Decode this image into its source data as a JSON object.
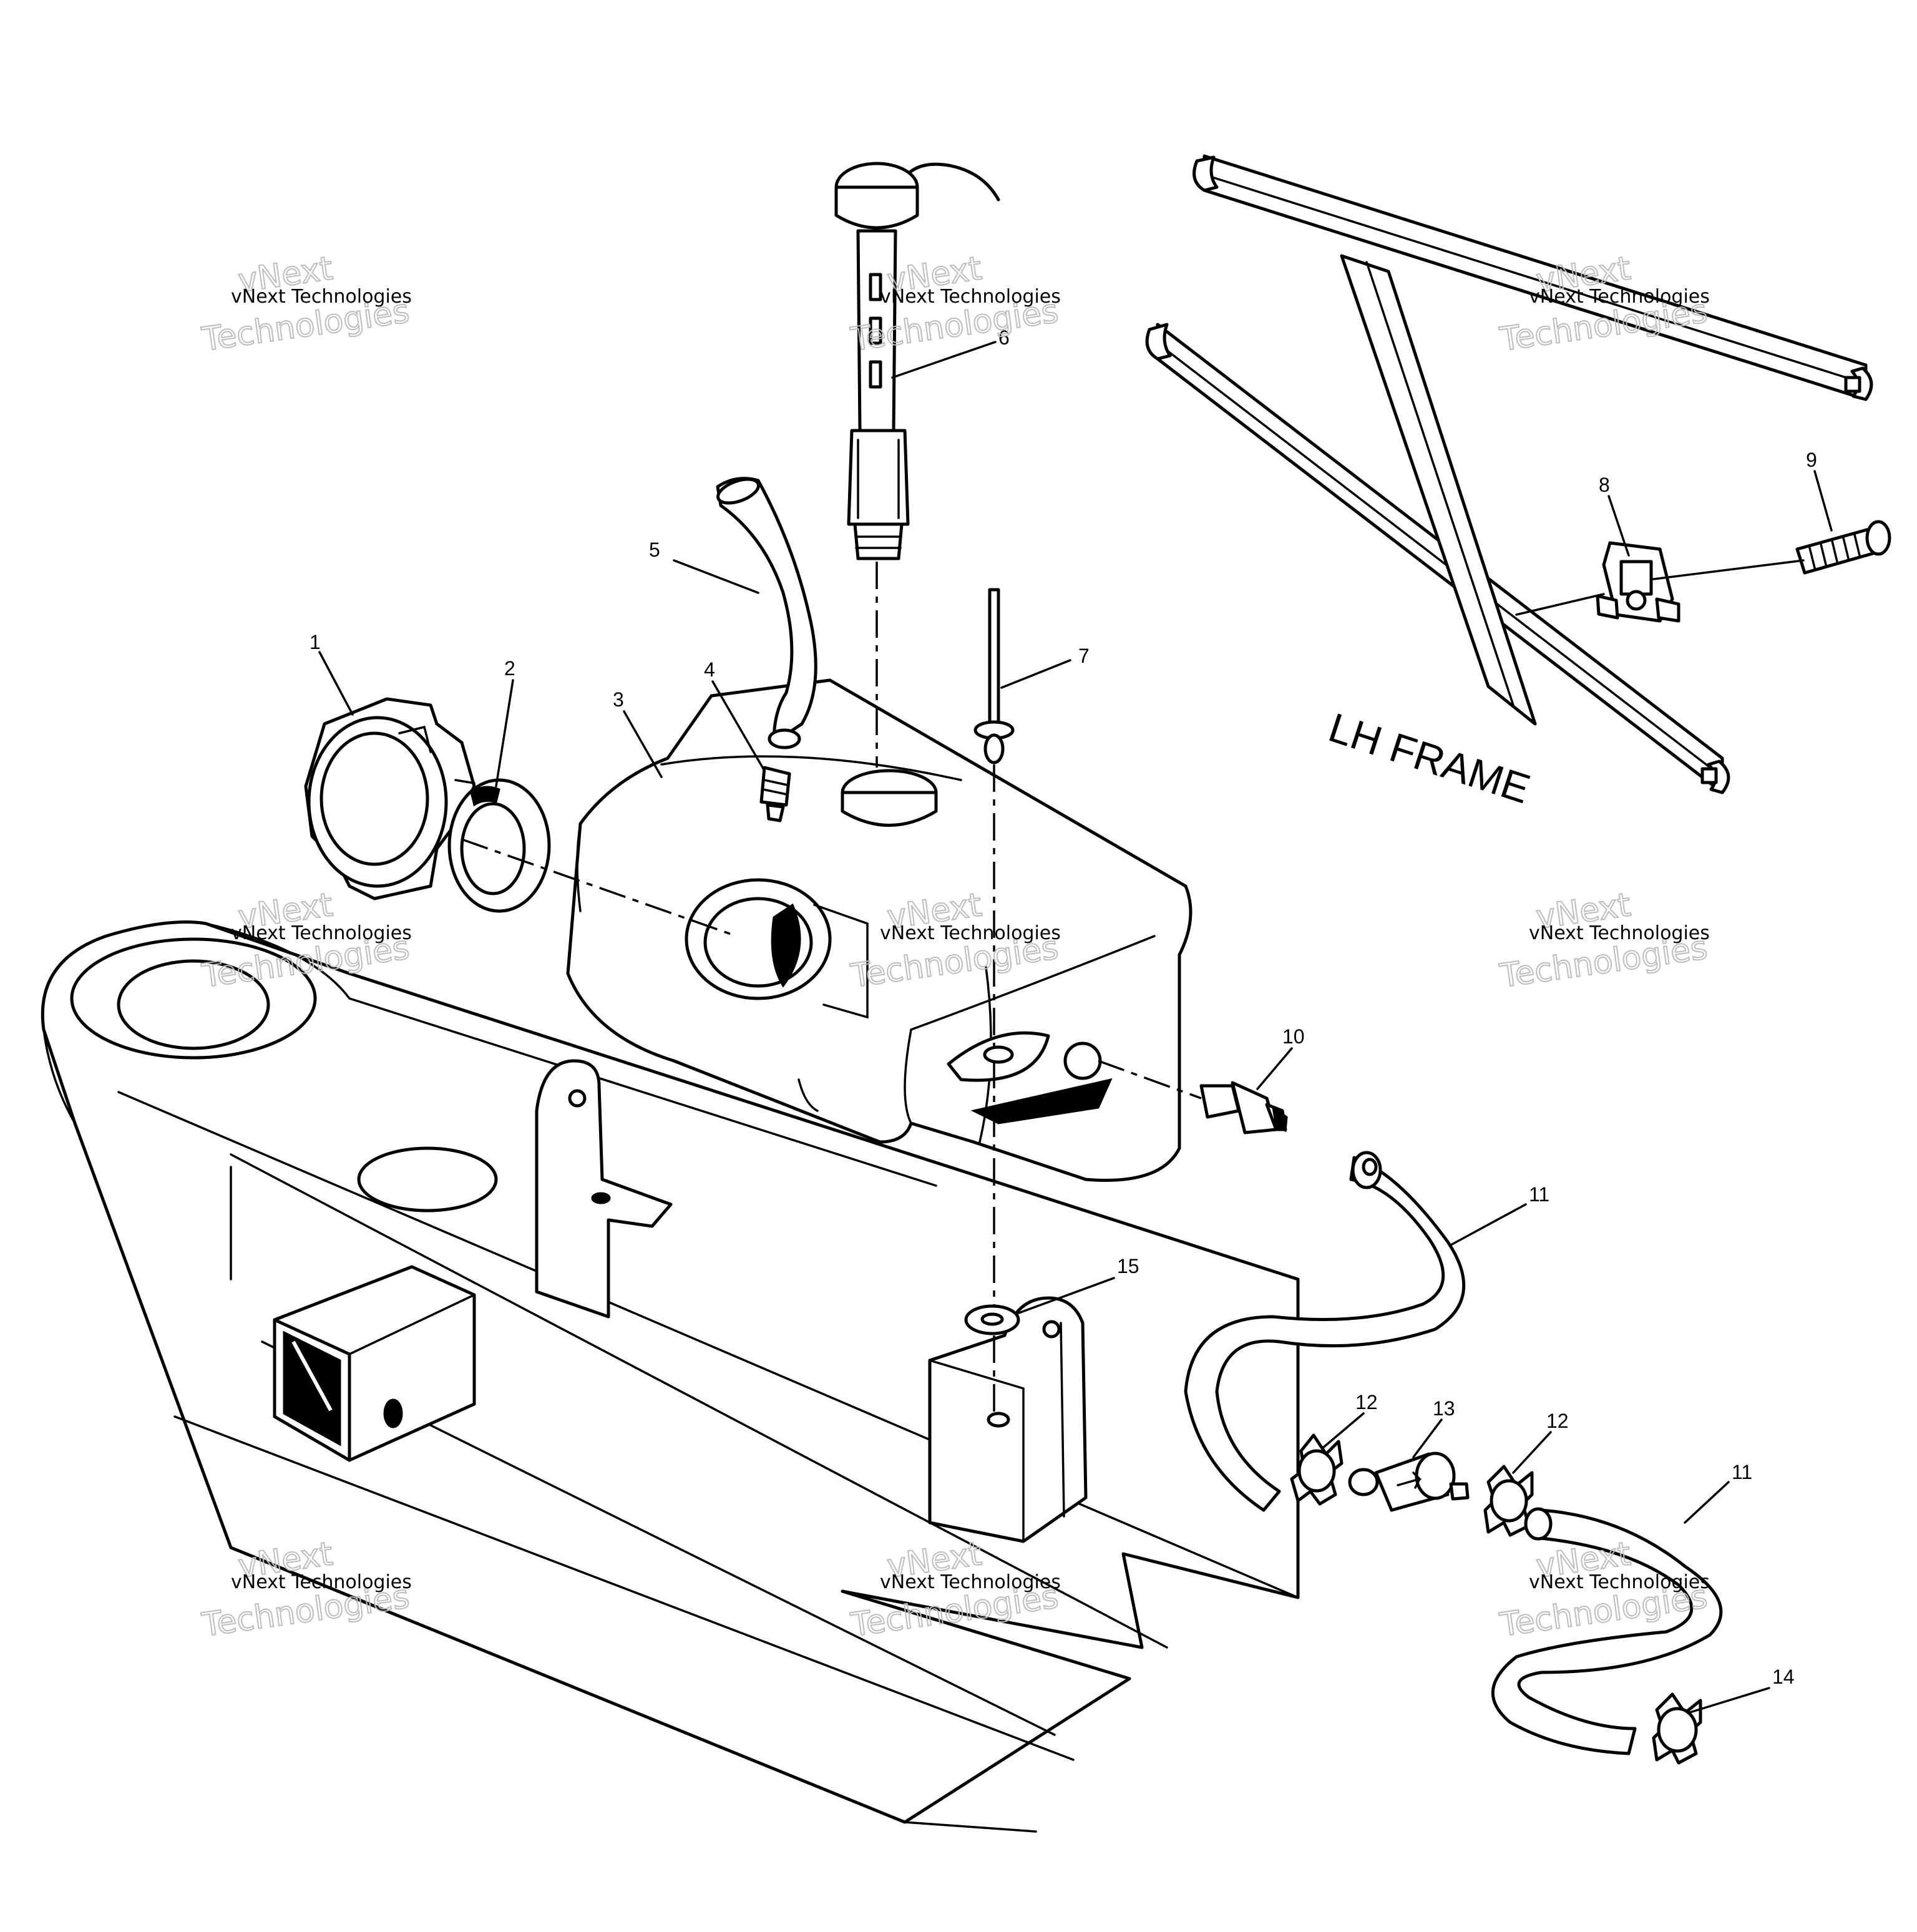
{
  "frame_label": "LH FRAME",
  "callouts": [
    "1",
    "2",
    "3",
    "4",
    "5",
    "6",
    "7",
    "8",
    "9",
    "10",
    "11",
    "11",
    "12",
    "12",
    "13",
    "14",
    "15"
  ],
  "watermark": {
    "small": "vNext Technologies",
    "big_top": "vNext",
    "big_bottom": "Technologies"
  }
}
